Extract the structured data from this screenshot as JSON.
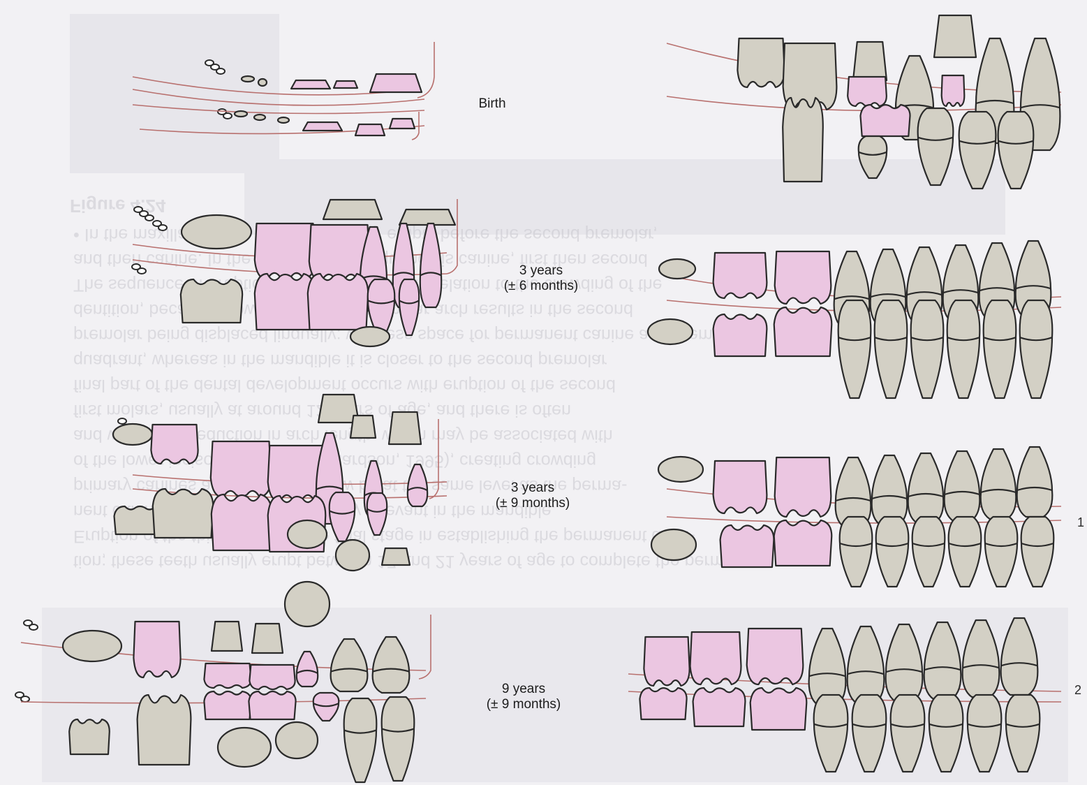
{
  "figure": {
    "colors": {
      "background": "#f2f1f4",
      "page_shade": "#e6e5ea",
      "permanent_tooth": "#d3d0c5",
      "primary_tooth": "#ebc6e1",
      "outline": "#2a2a2a",
      "gum_line": "#b8706e",
      "bleed_text": "#cbcad0"
    },
    "stages": [
      {
        "id": "birth",
        "label_line1": "Birth",
        "label_line2": ""
      },
      {
        "id": "3y6m",
        "label_line1": "3 years",
        "label_line2": "(± 6 months)"
      },
      {
        "id": "3y9m",
        "label_line1": "3 years",
        "label_line2": "(± 9 months)"
      },
      {
        "id": "9y9m",
        "label_line1": "9 years",
        "label_line2": "(± 9 months)"
      }
    ],
    "bleed_text": {
      "heading": "Figure 4.24",
      "lines": [
        "• In the maxilla the first premolar usually erupts before the second premolar,",
        "and then canine. In the mandible the sequence is canine, first then second",
        "The sequence of eruption is often important in relation to the crowding of the",
        "dentition, because crowding of the mandibular arch results in the second",
        "premolar being displaced lingually; with less space for permanent canine and premolar",
        "quadrant, whereas in the mandible it is closer to the second premolar",
        "final part of the dental development occurs with eruption of the second",
        "first molars, usually at around 12 years of age, and there is often",
        "and with some reduction in arch length, which may be associated with",
        "of the lower incisors (Lundy & Richardson, 1995), creating crowding",
        "primary canines and molars will now be at the same level as the perma-",
        "nent canines. This can be particularly relevant in the mandible.",
        "Eruption of the third molars is the final stage in establishing the permanent denti-",
        "tion; these teeth usually erupt between 17 and 21 years of age to complete the perma-"
      ]
    },
    "edge_marks": [
      "1",
      "2"
    ]
  }
}
